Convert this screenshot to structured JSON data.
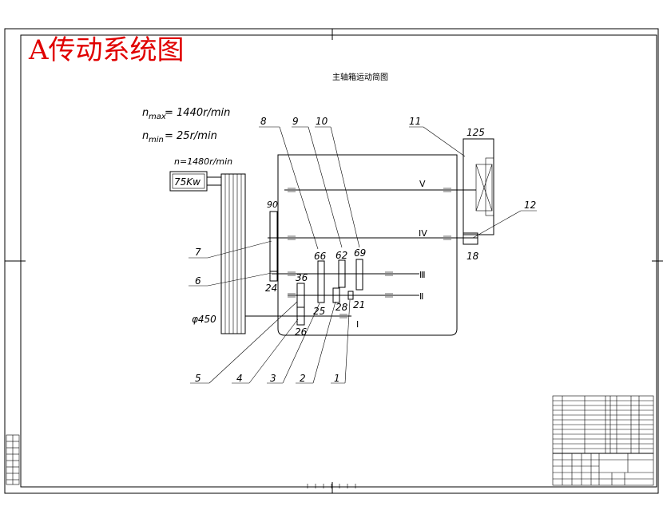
{
  "drawing_title": "A传动系统图",
  "diagram_title": "主轴箱运动简图",
  "speeds": {
    "n_max": "n",
    "n_max_sub": "max",
    "n_max_value": "= 1440r/min",
    "n_min": "n",
    "n_min_sub": "min",
    "n_min_value": "= 25r/min"
  },
  "motor": {
    "speed": "n=1480r/min",
    "power": "75Kw"
  },
  "pulley_diameter": "φ450",
  "shafts": {
    "V": "V",
    "IV": "IV",
    "III": "Ⅲ",
    "II": "Ⅱ",
    "I": "I"
  },
  "gear_teeth": {
    "g90": "90",
    "g24": "24",
    "g36": "36",
    "g26": "26",
    "g25": "25",
    "g66": "66",
    "g62": "62",
    "g69": "69",
    "g28": "28",
    "g21": "21",
    "g125": "125",
    "g18": "18"
  },
  "callouts": {
    "c1": "1",
    "c2": "2",
    "c3": "3",
    "c4": "4",
    "c5": "5",
    "c6": "6",
    "c7": "7",
    "c8": "8",
    "c9": "9",
    "c10": "10",
    "c11": "11",
    "c12": "12"
  }
}
